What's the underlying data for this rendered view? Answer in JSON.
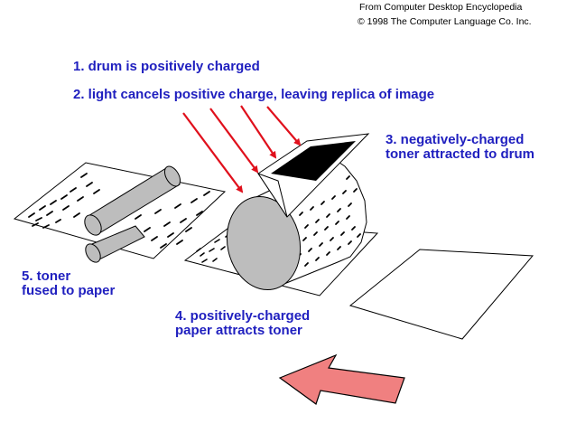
{
  "credit": {
    "line1": "From Computer Desktop Encyclopedia",
    "line2": "© 1998 The Computer Language Co. Inc."
  },
  "steps": {
    "step1": "1. drum is positively charged",
    "step2": "2. light cancels positive charge, leaving replica of image",
    "step3_line1": "3. negatively-charged",
    "step3_line2": "toner attracted to drum",
    "step4_line1": "4. positively-charged",
    "step4_line2": "paper attracts toner",
    "step5_line1": "5. toner",
    "step5_line2": "fused to paper"
  },
  "colors": {
    "label_text": "#1f1fbf",
    "light_rays": "#e0101c",
    "feed_arrow_fill": "#f08080",
    "drum_face": "#bdbdbd",
    "toner": "#000000"
  },
  "icons": {
    "light_rays": "arrow-icon",
    "feed_direction": "large-arrow-icon"
  }
}
